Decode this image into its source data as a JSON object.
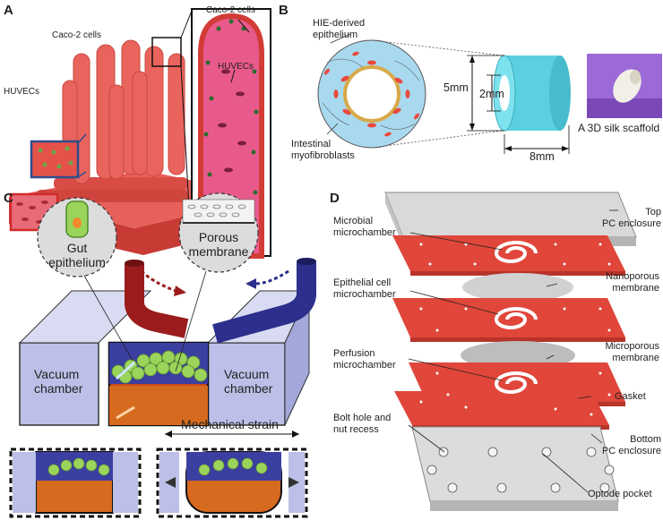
{
  "panels": {
    "a": {
      "letter": "A",
      "labels": {
        "caco2_left": "Caco-2 cells",
        "huvecs_left": "HUVECs",
        "caco2_right": "Caco-2 cells",
        "huvecs_right": "HUVECs"
      }
    },
    "b": {
      "letter": "B",
      "labels": {
        "hie_epithelium": "HIE-derived\nepithelium",
        "myofibroblasts": "Intestinal\nmyofibroblasts",
        "dim_5mm": "5mm",
        "dim_2mm": "2mm",
        "dim_8mm": "8mm",
        "scaffold": "A 3D silk scaffold"
      }
    },
    "c": {
      "letter": "C",
      "labels": {
        "gut_epithelium": "Gut\nepithelium",
        "porous_membrane": "Porous\nmembrane",
        "vacuum_left": "Vacuum\nchamber",
        "vacuum_right": "Vacuum\nchamber",
        "mechanical_strain": "Mechanical strain"
      }
    },
    "d": {
      "letter": "D",
      "labels": {
        "top_pc": "Top\nPC enclosure",
        "microbial": "Microbial\nmicrochamber",
        "nanoporous": "Nanoporous\nmembrane",
        "epithelial": "Epithelial cell\nmicrochamber",
        "perfusion": "Perfusion\nmicrochamber",
        "microporous": "Microporous\nmembrane",
        "gasket": "Gasket",
        "bolt_hole": "Bolt hole and\nnut recess",
        "bottom_pc": "Bottom\nPC enclosure",
        "optode": "Optode pocket"
      }
    }
  },
  "colors": {
    "villus_red": "#e4584f",
    "epithelium_green": "#8fd14f",
    "vacuum_blue": "#b9bde6",
    "channel_blue": "#2d2f8c",
    "channel_red": "#9b1c1c",
    "chamber_red": "#e0463a",
    "scaffold_cyan": "#5ad0e0",
    "membrane_gray": "#c9c9c9"
  }
}
